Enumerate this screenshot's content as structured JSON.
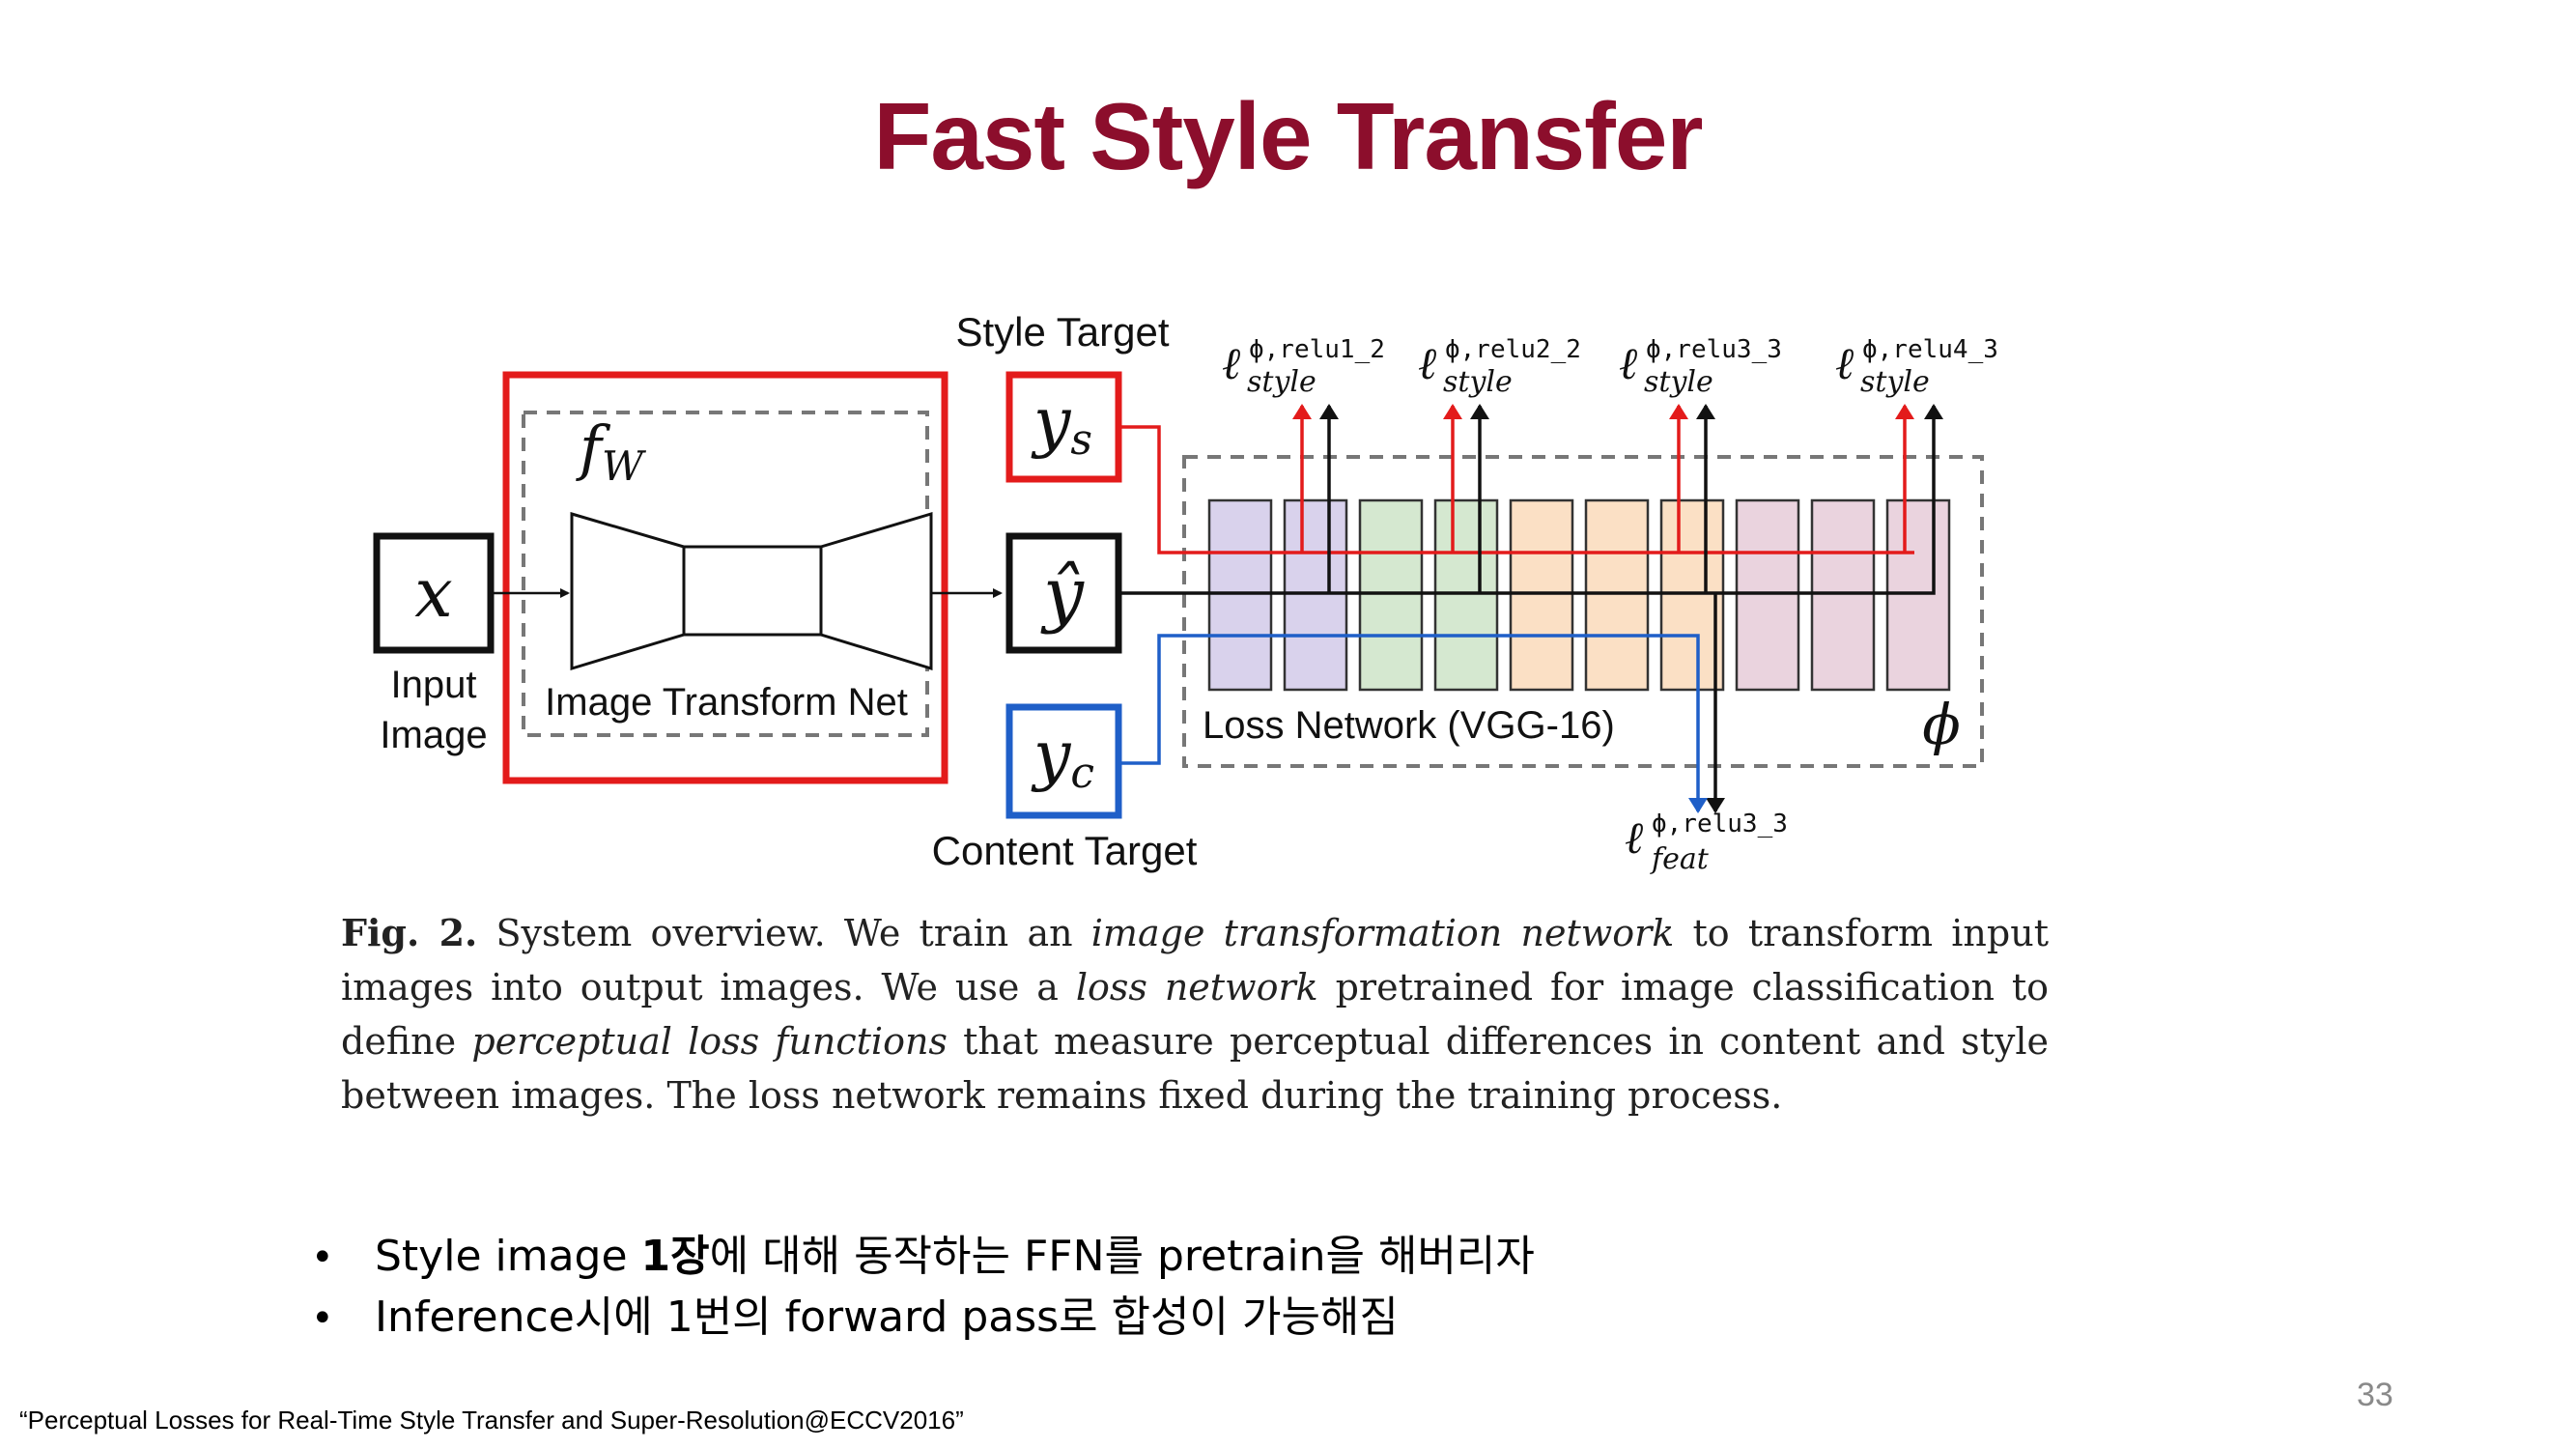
{
  "slide": {
    "title": "Fast Style Transfer",
    "page_number": "33",
    "citation": "“Perceptual Losses for Real-Time Style Transfer and Super-Resolution@ECCV2016”"
  },
  "diagram": {
    "style_target_label": "Style Target",
    "content_target_label": "Content Target",
    "input_symbol": "x",
    "input_label_line1": "Input",
    "input_label_line2": "Image",
    "fw_symbol": "f",
    "fw_subscript": "W",
    "transform_net_label": "Image Transform Net",
    "ys_symbol": "y",
    "ys_subscript": "s",
    "yhat_symbol": "ŷ",
    "yc_symbol": "y",
    "yc_subscript": "c",
    "loss_network_label": "Loss Network (VGG-16)",
    "phi_symbol": "ϕ",
    "loss_style": [
      {
        "ell": "ℓ",
        "sup": "ϕ,relu1_2",
        "sub": "style"
      },
      {
        "ell": "ℓ",
        "sup": "ϕ,relu2_2",
        "sub": "style"
      },
      {
        "ell": "ℓ",
        "sup": "ϕ,relu3_3",
        "sub": "style"
      },
      {
        "ell": "ℓ",
        "sup": "ϕ,relu4_3",
        "sub": "style"
      }
    ],
    "loss_feat": {
      "ell": "ℓ",
      "sup": "ϕ,relu3_3",
      "sub": "feat"
    },
    "colors": {
      "red": "#e31b1b",
      "blue": "#1f5fc8",
      "black": "#111111",
      "purple_block": "#d9d2ec",
      "green_block": "#d5e8d0",
      "orange_block": "#fbe0c5",
      "pink_block": "#ead3de"
    }
  },
  "caption": {
    "fig_label": "Fig. 2.",
    "part1": " System overview. We train an ",
    "em1": "image transformation network",
    "part2": " to transform input images into output images. We use a ",
    "em2": "loss network",
    "part3": " pretrained for image classification to define ",
    "em3": "perceptual loss functions",
    "part4": " that measure perceptual differences in content and style between images. The loss network remains fixed during the training process."
  },
  "bullets": [
    {
      "pre": "Style image ",
      "bold": "1장",
      "post": "에 대해 동작하는 FFN를 pretrain을 해버리자"
    },
    {
      "pre": "Inference시에 1번의 forward pass로 합성이 가능해짐",
      "bold": "",
      "post": ""
    }
  ],
  "bullet_symbol": "•"
}
